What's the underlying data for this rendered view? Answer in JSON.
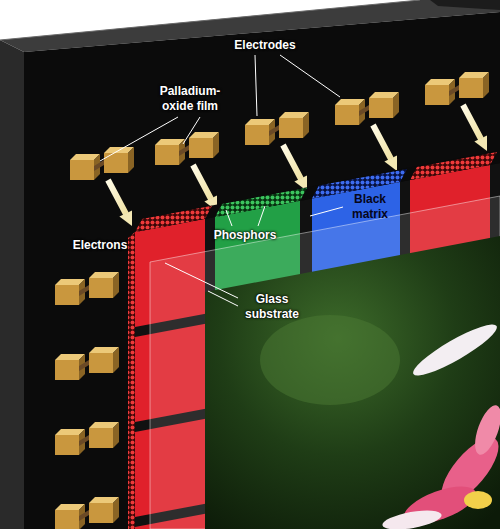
{
  "diagram": {
    "labels": [
      "Electrodes",
      "Palladium-oxide film",
      "Electrons",
      "Phosphors",
      "Black matrix",
      "Glass substrate"
    ]
  }
}
